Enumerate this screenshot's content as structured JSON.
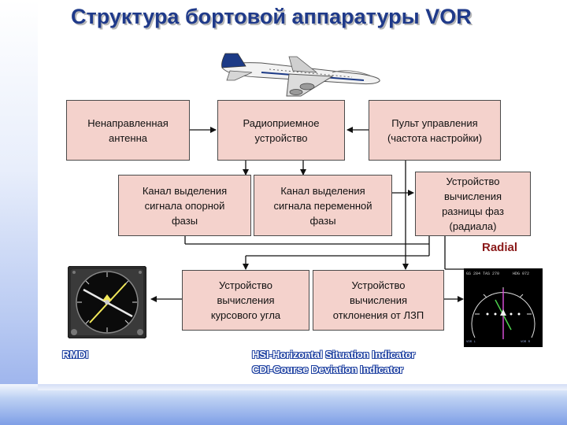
{
  "title": "Структура бортовой аппаратуры VOR",
  "boxes": {
    "antenna": "Ненаправленная\nантенна",
    "receiver": "Радиоприемное\nустройство",
    "control": "Пульт управления\n(частота настройки)",
    "ref_phase": "Канал выделения\nсигнала опорной\nфазы",
    "var_phase": "Канал выделения\nсигнала переменной\nфазы",
    "phase_diff": "Устройство\nвычисления\nразницы фаз\n(радиала)",
    "course_angle": "Устройство\nвычисления\nкурсового угла",
    "deviation": "Устройство\nвычисления\nотклонения от ЛЗП"
  },
  "labels": {
    "radial": "Radial",
    "rmdi": "RMDI",
    "hsi": "HSI-Horizontal Situation Indicator",
    "cdi": "CDI-Course Deviation Indicator"
  },
  "colors": {
    "box_fill": "#f4d2cc",
    "title": "#1f3a8a",
    "radial": "#8b1a1a"
  },
  "icons": [
    "airplane-icon",
    "rmdi-instrument-icon",
    "hsi-instrument-icon"
  ]
}
